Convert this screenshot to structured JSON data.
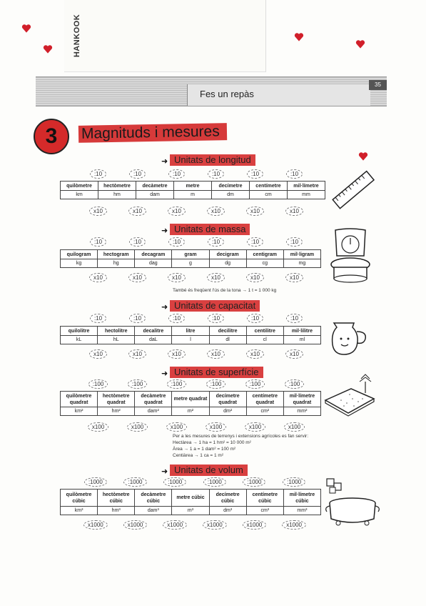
{
  "header": {
    "logo_text": "HANKOOK",
    "title": "Fes un repàs",
    "page_number": "35"
  },
  "unit": {
    "number": "3",
    "title": "Magnituds i mesures"
  },
  "sections": {
    "longitud": {
      "title": "Unitats de longitud",
      "divide_ops": [
        ":10",
        ":10",
        ":10",
        ":10",
        ":10",
        ":10"
      ],
      "multiply_ops": [
        "x10",
        "x10",
        "x10",
        "x10",
        "x10",
        "x10"
      ],
      "names": [
        "quilòmetre",
        "hectòmetre",
        "decàmetre",
        "metre",
        "decímetre",
        "centímetre",
        "mil·límetre"
      ],
      "symbols": [
        "km",
        "hm",
        "dam",
        "m",
        "dm",
        "cm",
        "mm"
      ]
    },
    "massa": {
      "title": "Unitats de massa",
      "divide_ops": [
        ":10",
        ":10",
        ":10",
        ":10",
        ":10",
        ":10"
      ],
      "multiply_ops": [
        "x10",
        "x10",
        "x10",
        "x10",
        "x10",
        "x10"
      ],
      "names": [
        "quilogram",
        "hectogram",
        "decagram",
        "gram",
        "decigram",
        "centigram",
        "mil·ligram"
      ],
      "symbols": [
        "kg",
        "hg",
        "dag",
        "g",
        "dg",
        "cg",
        "mg"
      ],
      "note": "També és freqüent l'ús de la tona → 1 t = 1 000 kg"
    },
    "capacitat": {
      "title": "Unitats de capacitat",
      "divide_ops": [
        ":10",
        ":10",
        ":10",
        ":10",
        ":10",
        ":10"
      ],
      "multiply_ops": [
        "x10",
        "x10",
        "x10",
        "x10",
        "x10",
        "x10"
      ],
      "names": [
        "quilolitre",
        "hectolitre",
        "decalitre",
        "litre",
        "decilitre",
        "centilitre",
        "mil·lilitre"
      ],
      "symbols": [
        "kL",
        "hL",
        "daL",
        "l",
        "dl",
        "cl",
        "ml"
      ]
    },
    "superficie": {
      "title": "Unitats de superfície",
      "divide_ops": [
        ":100",
        ":100",
        ":100",
        ":100",
        ":100",
        ":100"
      ],
      "multiply_ops": [
        "x100",
        "x100",
        "x100",
        "x100",
        "x100",
        "x100"
      ],
      "names": [
        "quilòmetre quadrat",
        "hectòmetre quadrat",
        "decàmetre quadrat",
        "metre quadrat",
        "decímetre quadrat",
        "centímetre quadrat",
        "mil·límetre quadrat"
      ],
      "symbols": [
        "km²",
        "hm²",
        "dam²",
        "m²",
        "dm²",
        "cm²",
        "mm²"
      ],
      "notes": [
        "Per a les mesures de terrenys i extensions agrícoles es fan servir:",
        "Hectàrea → 1 ha = 1 hm² = 10 000 m²",
        "Àrea → 1 a = 1 dam² = 100 m²",
        "Centiàrea → 1 ca = 1 m²"
      ]
    },
    "volum": {
      "title": "Unitats de volum",
      "divide_ops": [
        ":1000",
        ":1000",
        ":1000",
        ":1000",
        ":1000",
        ":1000"
      ],
      "multiply_ops": [
        "x1000",
        "x1000",
        "x1000",
        "x1000",
        "x1000",
        "x1000"
      ],
      "names": [
        "quilòmetre cúbic",
        "hectòmetre cúbic",
        "decàmetre cúbic",
        "metre cúbic",
        "decímetre cúbic",
        "centímetre cúbic",
        "mil·límetre cúbic"
      ],
      "symbols": [
        "km³",
        "hm³",
        "dam³",
        "m³",
        "dm³",
        "cm³",
        "mm³"
      ]
    }
  },
  "colors": {
    "highlight": "#d94040",
    "circle": "#d42a2a",
    "heart": "#d11f2a"
  },
  "icons": [
    "ruler-icon",
    "scale-icon",
    "jug-icon",
    "land-plot-icon",
    "pot-icon",
    "heart-icon"
  ]
}
